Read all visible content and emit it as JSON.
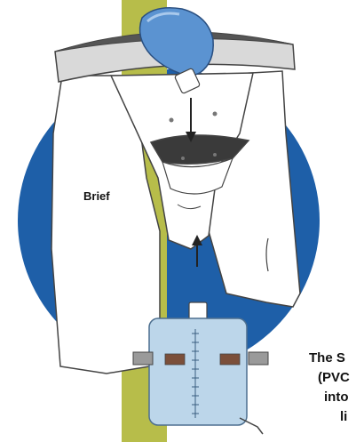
{
  "labels": {
    "brief": "Brief"
  },
  "caption": {
    "line1": "The S",
    "line2": "(PVC",
    "line3": "into",
    "line4": "li"
  },
  "colors": {
    "circle": "#1e5fa8",
    "pole": "#b7bd4a",
    "brief_fill": "#ffffff",
    "outline": "#444444",
    "waistband": "#d9d9d9",
    "bottle_blue": "#5b93d1",
    "bag_blue": "#bcd6ea"
  },
  "icons": {
    "arrow_top": "down-arrow-icon",
    "arrow_bottom": "up-arrow-icon"
  }
}
